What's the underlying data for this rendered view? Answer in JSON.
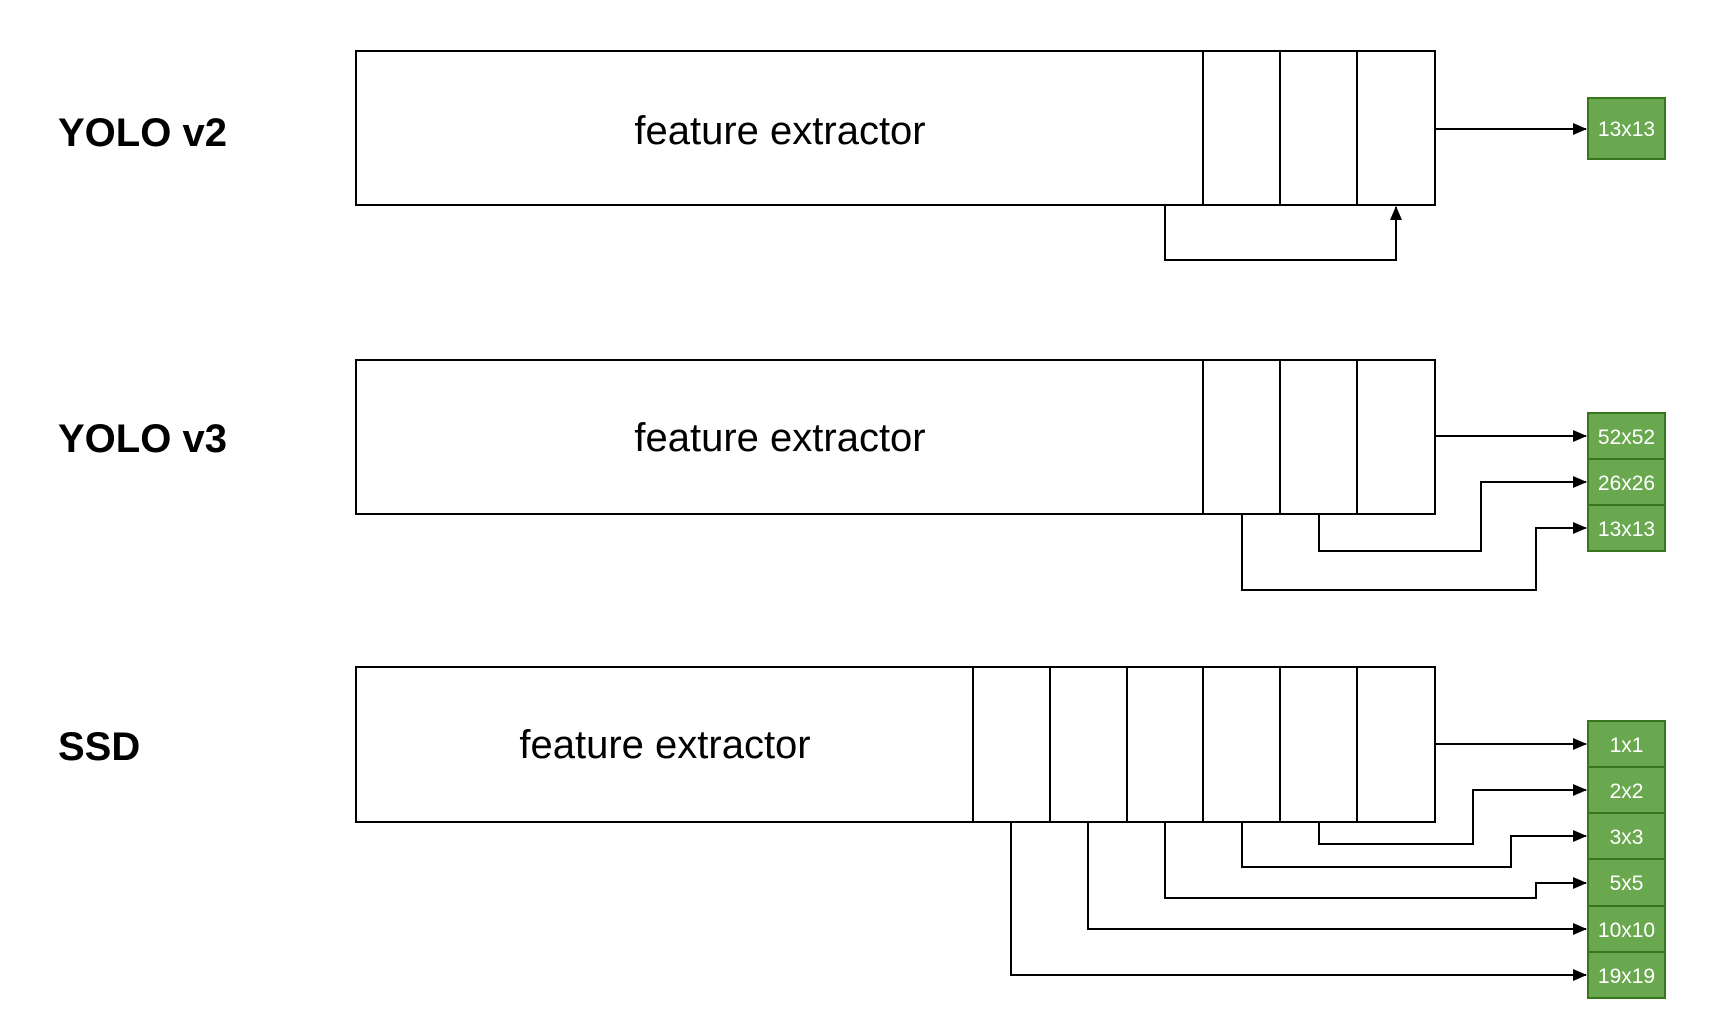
{
  "colors": {
    "output_fill": "#6aa84f",
    "output_stroke": "#38761d",
    "output_text": "#ffffff",
    "line": "#000000"
  },
  "sections": [
    {
      "id": "yolov2",
      "title": "YOLO v2",
      "extractor_label": "feature extractor",
      "outputs": [
        "13x13"
      ]
    },
    {
      "id": "yolov3",
      "title": "YOLO v3",
      "extractor_label": "feature extractor",
      "outputs": [
        "52x52",
        "26x26",
        "13x13"
      ]
    },
    {
      "id": "ssd",
      "title": "SSD",
      "extractor_label": "feature extractor",
      "outputs": [
        "1x1",
        "2x2",
        "3x3",
        "5x5",
        "10x10",
        "19x19"
      ]
    }
  ]
}
